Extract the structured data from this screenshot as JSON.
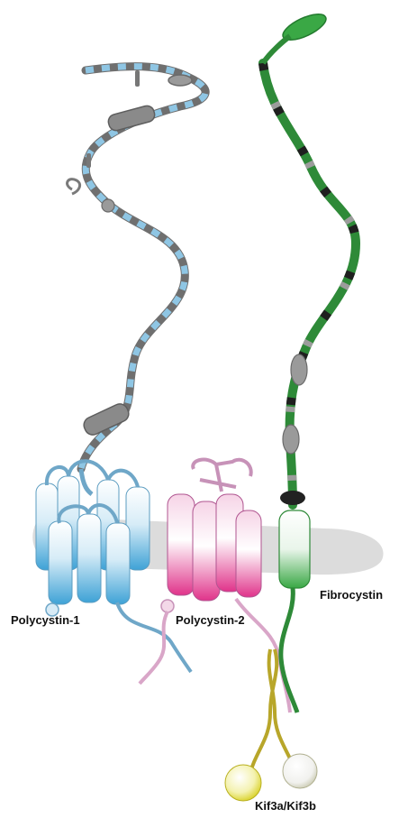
{
  "labels": {
    "polycystin1": "Polycystin-1",
    "polycystin2": "Polycystin-2",
    "fibrocystin": "Fibrocystin",
    "kif": "Kif3a/Kif3b"
  },
  "colors": {
    "pc1_light": "#a9d6ec",
    "pc1_dark": "#4fa8d8",
    "pc1_strand": "#6fa7c8",
    "pc2_light": "#f8c8e0",
    "pc2_dark": "#e0407f",
    "pc2_strand": "#d9a6c8",
    "fib_green": "#2e9a3c",
    "fib_dark": "#1f1f1f",
    "domain_gray": "#8d8d8d",
    "membrane": "#d6d6d6",
    "kif_yellow": "#e8e030",
    "kif_strand": "#b8a62a"
  }
}
